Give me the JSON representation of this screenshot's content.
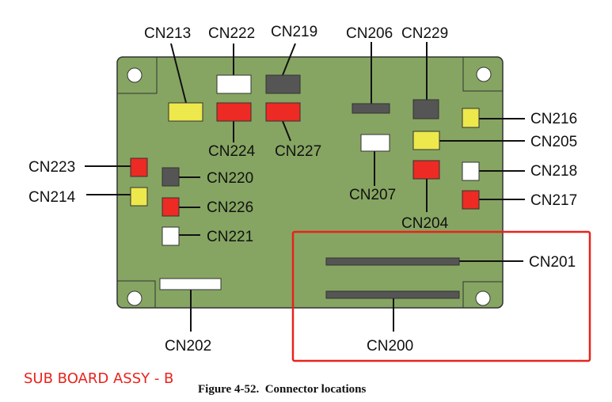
{
  "colors": {
    "board": "#86a562",
    "yellow": "#ede84b",
    "red": "#ee2a24",
    "white": "#ffffff",
    "dark": "#555555",
    "highlight": "#e8231c"
  },
  "annotation": "SUB BOARD ASSY - B",
  "caption": "Figure 4-52.  Connector locations",
  "connectors": {
    "CN213": {
      "label": "CN213",
      "color": "yellow"
    },
    "CN222": {
      "label": "CN222",
      "color": "white"
    },
    "CN219": {
      "label": "CN219",
      "color": "dark"
    },
    "CN224": {
      "label": "CN224",
      "color": "red"
    },
    "CN227": {
      "label": "CN227",
      "color": "red"
    },
    "CN206": {
      "label": "CN206",
      "color": "dark"
    },
    "CN229": {
      "label": "CN229",
      "color": "dark"
    },
    "CN216": {
      "label": "CN216",
      "color": "yellow"
    },
    "CN205": {
      "label": "CN205",
      "color": "yellow"
    },
    "CN218": {
      "label": "CN218",
      "color": "white"
    },
    "CN217": {
      "label": "CN217",
      "color": "red"
    },
    "CN207": {
      "label": "CN207",
      "color": "white"
    },
    "CN204": {
      "label": "CN204",
      "color": "red"
    },
    "CN223": {
      "label": "CN223",
      "color": "red"
    },
    "CN214": {
      "label": "CN214",
      "color": "yellow"
    },
    "CN220": {
      "label": "CN220",
      "color": "dark"
    },
    "CN226": {
      "label": "CN226",
      "color": "red"
    },
    "CN221": {
      "label": "CN221",
      "color": "white"
    },
    "CN202": {
      "label": "CN202",
      "color": "white"
    },
    "CN201": {
      "label": "CN201",
      "color": "dark"
    },
    "CN200": {
      "label": "CN200",
      "color": "dark"
    }
  }
}
